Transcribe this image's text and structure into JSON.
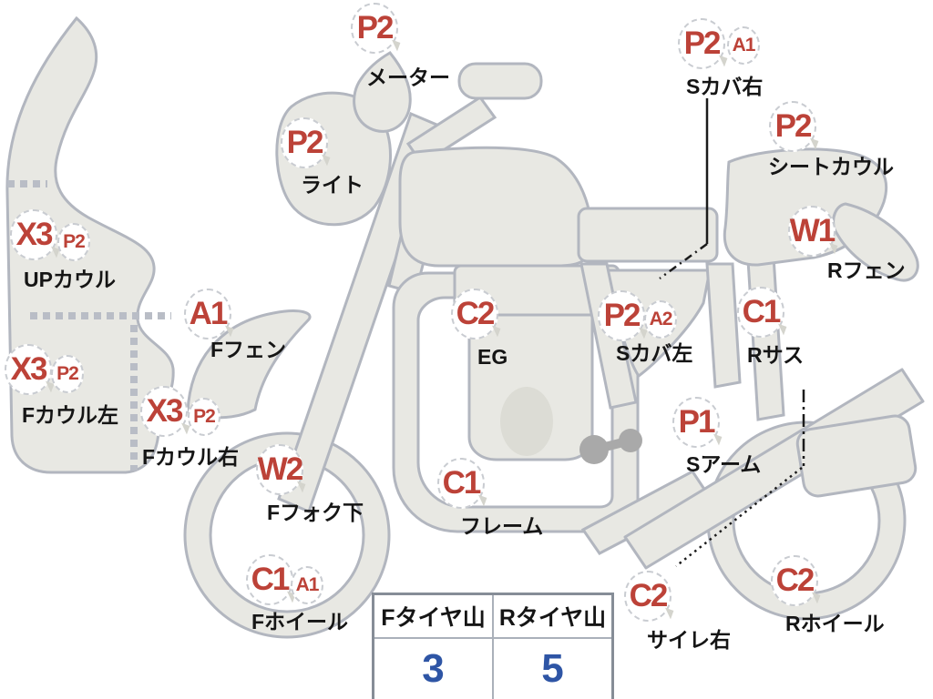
{
  "diagram": {
    "title_semantic": "motorcycle-damage-inspection-diagram",
    "annotations": [
      {
        "code": "P2",
        "sub": null,
        "label": "メーター"
      },
      {
        "code": "P2",
        "sub": null,
        "label": "ライト"
      },
      {
        "code": "P2",
        "sub": "A1",
        "label": "Sカバ右"
      },
      {
        "code": "P2",
        "sub": null,
        "label": "シートカウル"
      },
      {
        "code": "W1",
        "sub": null,
        "label": "Rフェン"
      },
      {
        "code": "X3",
        "sub": "P2",
        "label": "UPカウル"
      },
      {
        "code": "A1",
        "sub": null,
        "label": "Fフェン"
      },
      {
        "code": "X3",
        "sub": "P2",
        "label": "Fカウル左"
      },
      {
        "code": "X3",
        "sub": "P2",
        "label": "Fカウル右"
      },
      {
        "code": "W2",
        "sub": null,
        "label": "Fフォク下"
      },
      {
        "code": "C1",
        "sub": "A1",
        "label": "Fホイール"
      },
      {
        "code": "C2",
        "sub": null,
        "label": "EG"
      },
      {
        "code": "C1",
        "sub": null,
        "label": "フレーム"
      },
      {
        "code": "P2",
        "sub": "A2",
        "label": "Sカバ左"
      },
      {
        "code": "C1",
        "sub": null,
        "label": "Rサス"
      },
      {
        "code": "P1",
        "sub": null,
        "label": "Sアーム"
      },
      {
        "code": "C2",
        "sub": null,
        "label": "サイレ右"
      },
      {
        "code": "C2",
        "sub": null,
        "label": "Rホイール"
      }
    ],
    "tire_table": {
      "headers": [
        "Fタイヤ山",
        "Rタイヤ山"
      ],
      "values": [
        "3",
        "5"
      ]
    },
    "colors": {
      "code_red": "#bc4238",
      "tread_blue": "#2e55a5",
      "body_fill": "#e8e8e3",
      "body_stroke": "#b2b6bf"
    }
  }
}
